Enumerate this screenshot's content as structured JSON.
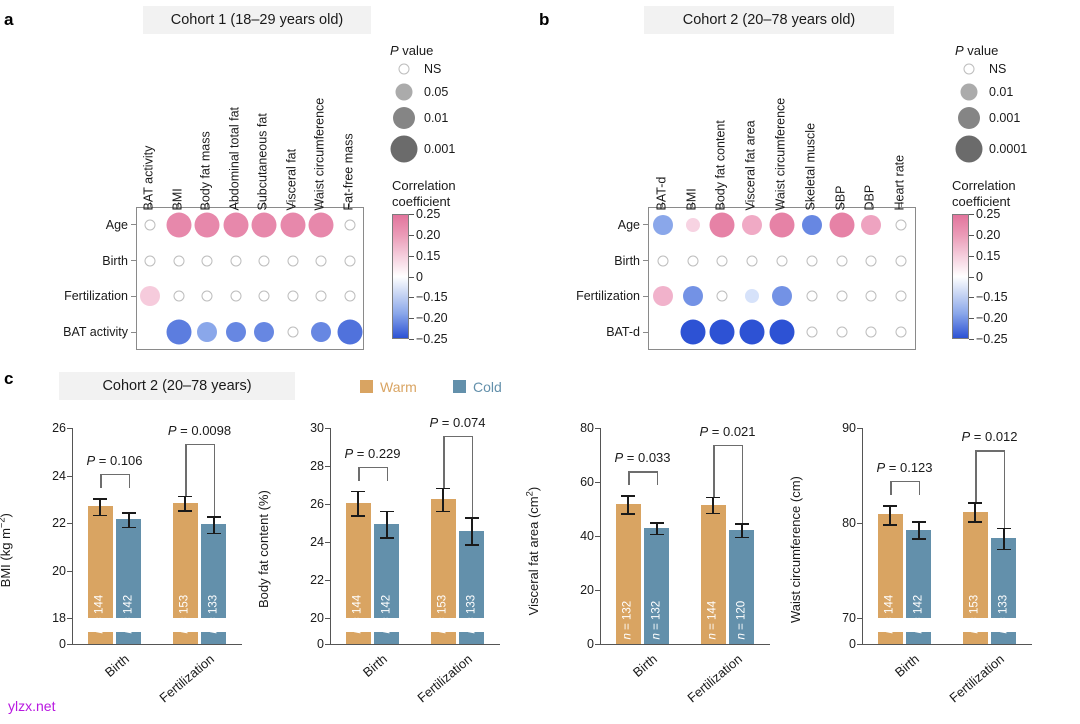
{
  "panels": {
    "a": {
      "letter": "a",
      "title": "Cohort 1 (18–29 years old)",
      "columns": [
        "BAT activity",
        "BMI",
        "Body fat mass",
        "Abdominal total fat",
        "Subcutaneous fat",
        "Visceral fat",
        "Waist circumference",
        "Fat-free mass"
      ],
      "rows": [
        "Age",
        "Birth",
        "Fertilization",
        "BAT activity"
      ],
      "pvalue_legend": {
        "title_italic": "P",
        "title_rest": " value",
        "entries": [
          "NS",
          "0.05",
          "0.01",
          "0.001"
        ]
      },
      "colorbar": {
        "title_line1": "Correlation",
        "title_line2": "coefficient",
        "ticks": [
          "0.25",
          "0.20",
          "0.15",
          "0",
          "−0.15",
          "−0.20",
          "−0.25"
        ]
      }
    },
    "b": {
      "letter": "b",
      "title": "Cohort 2 (20–78 years old)",
      "columns": [
        "BAT-d",
        "BMI",
        "Body fat content",
        "Visceral fat area",
        "Waist circumference",
        "Skeletal muscle",
        "SBP",
        "DBP",
        "Heart rate"
      ],
      "rows": [
        "Age",
        "Birth",
        "Fertilization",
        "BAT-d"
      ],
      "pvalue_legend": {
        "title_italic": "P",
        "title_rest": " value",
        "entries": [
          "NS",
          "0.01",
          "0.001",
          "0.0001"
        ]
      },
      "colorbar": {
        "title_line1": "Correlation",
        "title_line2": "coefficient",
        "ticks": [
          "0.25",
          "0.20",
          "0.15",
          "0",
          "−0.15",
          "−0.20",
          "−0.25"
        ]
      }
    },
    "c": {
      "letter": "c",
      "title": "Cohort 2 (20–78 years)",
      "legend": [
        {
          "label": "Warm",
          "color": "#d9a462"
        },
        {
          "label": "Cold",
          "color": "#6390ab"
        }
      ]
    }
  },
  "watermark": "ylzx.net",
  "colors": {
    "warm": "#d9a462",
    "cold": "#6390ab",
    "pink_strong": "#e2749c",
    "blue_strong": "#2d52d4",
    "ns_ring": "#bdbdbd"
  },
  "chart_data": [
    {
      "id": "panel-a-matrix",
      "type": "heatmap",
      "title": "Cohort 1 (18–29 years old)",
      "xlabel": "",
      "ylabel": "",
      "x_categories": [
        "BAT activity",
        "BMI",
        "Body fat mass",
        "Abdominal total fat",
        "Subcutaneous fat",
        "Visceral fat",
        "Waist circumference",
        "Fat-free mass"
      ],
      "y_categories": [
        "Age",
        "Birth",
        "Fertilization",
        "BAT activity"
      ],
      "encoding": {
        "color": "Correlation coefficient",
        "size": "P value"
      },
      "color_range": [
        -0.25,
        0.25
      ],
      "cells": [
        {
          "row": "Age",
          "col": "BAT activity",
          "r": 0.0,
          "p": "NS",
          "size": "ns"
        },
        {
          "row": "Age",
          "col": "BMI",
          "r": 0.22,
          "p": "0.001",
          "size": "large"
        },
        {
          "row": "Age",
          "col": "Body fat mass",
          "r": 0.22,
          "p": "0.001",
          "size": "large"
        },
        {
          "row": "Age",
          "col": "Abdominal total fat",
          "r": 0.22,
          "p": "0.001",
          "size": "large"
        },
        {
          "row": "Age",
          "col": "Subcutaneous fat",
          "r": 0.22,
          "p": "0.001",
          "size": "large"
        },
        {
          "row": "Age",
          "col": "Visceral fat",
          "r": 0.22,
          "p": "0.001",
          "size": "large"
        },
        {
          "row": "Age",
          "col": "Waist circumference",
          "r": 0.22,
          "p": "0.001",
          "size": "large"
        },
        {
          "row": "Age",
          "col": "Fat-free mass",
          "r": 0.0,
          "p": "NS",
          "size": "ns"
        },
        {
          "row": "Birth",
          "col": "BAT activity",
          "r": 0.0,
          "p": "NS",
          "size": "ns"
        },
        {
          "row": "Birth",
          "col": "BMI",
          "r": 0.0,
          "p": "NS",
          "size": "ns"
        },
        {
          "row": "Birth",
          "col": "Body fat mass",
          "r": 0.0,
          "p": "NS",
          "size": "ns"
        },
        {
          "row": "Birth",
          "col": "Abdominal total fat",
          "r": 0.0,
          "p": "NS",
          "size": "ns"
        },
        {
          "row": "Birth",
          "col": "Subcutaneous fat",
          "r": 0.0,
          "p": "NS",
          "size": "ns"
        },
        {
          "row": "Birth",
          "col": "Visceral fat",
          "r": 0.0,
          "p": "NS",
          "size": "ns"
        },
        {
          "row": "Birth",
          "col": "Waist circumference",
          "r": 0.0,
          "p": "NS",
          "size": "ns"
        },
        {
          "row": "Birth",
          "col": "Fat-free mass",
          "r": 0.0,
          "p": "NS",
          "size": "ns"
        },
        {
          "row": "Fertilization",
          "col": "BAT activity",
          "r": 0.13,
          "p": "0.05",
          "size": "medium"
        },
        {
          "row": "Fertilization",
          "col": "BMI",
          "r": 0.0,
          "p": "NS",
          "size": "ns"
        },
        {
          "row": "Fertilization",
          "col": "Body fat mass",
          "r": 0.0,
          "p": "NS",
          "size": "ns"
        },
        {
          "row": "Fertilization",
          "col": "Abdominal total fat",
          "r": 0.0,
          "p": "NS",
          "size": "ns"
        },
        {
          "row": "Fertilization",
          "col": "Subcutaneous fat",
          "r": 0.0,
          "p": "NS",
          "size": "ns"
        },
        {
          "row": "Fertilization",
          "col": "Visceral fat",
          "r": 0.0,
          "p": "NS",
          "size": "ns"
        },
        {
          "row": "Fertilization",
          "col": "Waist circumference",
          "r": 0.0,
          "p": "NS",
          "size": "ns"
        },
        {
          "row": "Fertilization",
          "col": "Fat-free mass",
          "r": 0.0,
          "p": "NS",
          "size": "ns"
        },
        {
          "row": "BAT activity",
          "col": "BAT activity",
          "r": null,
          "p": "",
          "size": "none"
        },
        {
          "row": "BAT activity",
          "col": "BMI",
          "r": -0.21,
          "p": "0.001",
          "size": "large"
        },
        {
          "row": "BAT activity",
          "col": "Body fat mass",
          "r": -0.17,
          "p": "0.01",
          "size": "medium"
        },
        {
          "row": "BAT activity",
          "col": "Abdominal total fat",
          "r": -0.2,
          "p": "0.01",
          "size": "medium"
        },
        {
          "row": "BAT activity",
          "col": "Subcutaneous fat",
          "r": -0.2,
          "p": "0.01",
          "size": "medium"
        },
        {
          "row": "BAT activity",
          "col": "Visceral fat",
          "r": 0.0,
          "p": "NS",
          "size": "ns"
        },
        {
          "row": "BAT activity",
          "col": "Waist circumference",
          "r": -0.2,
          "p": "0.01",
          "size": "medium"
        },
        {
          "row": "BAT activity",
          "col": "Fat-free mass",
          "r": -0.22,
          "p": "0.001",
          "size": "large"
        }
      ]
    },
    {
      "id": "panel-b-matrix",
      "type": "heatmap",
      "title": "Cohort 2 (20–78 years old)",
      "xlabel": "",
      "ylabel": "",
      "x_categories": [
        "BAT-d",
        "BMI",
        "Body fat content",
        "Visceral fat area",
        "Waist circumference",
        "Skeletal muscle",
        "SBP",
        "DBP",
        "Heart rate"
      ],
      "y_categories": [
        "Age",
        "Birth",
        "Fertilization",
        "BAT-d"
      ],
      "encoding": {
        "color": "Correlation coefficient",
        "size": "P value"
      },
      "color_range": [
        -0.25,
        0.25
      ],
      "cells": [
        {
          "row": "Age",
          "col": "BAT-d",
          "r": -0.17,
          "p": "0.001",
          "size": "medium"
        },
        {
          "row": "Age",
          "col": "BMI",
          "r": 0.12,
          "p": "0.01",
          "size": "small"
        },
        {
          "row": "Age",
          "col": "Body fat content",
          "r": 0.23,
          "p": "0.0001",
          "size": "large"
        },
        {
          "row": "Age",
          "col": "Visceral fat area",
          "r": 0.17,
          "p": "0.001",
          "size": "medium"
        },
        {
          "row": "Age",
          "col": "Waist circumference",
          "r": 0.23,
          "p": "0.0001",
          "size": "large"
        },
        {
          "row": "Age",
          "col": "Skeletal muscle",
          "r": -0.2,
          "p": "0.001",
          "size": "medium"
        },
        {
          "row": "Age",
          "col": "SBP",
          "r": 0.23,
          "p": "0.0001",
          "size": "large"
        },
        {
          "row": "Age",
          "col": "DBP",
          "r": 0.18,
          "p": "0.001",
          "size": "medium"
        },
        {
          "row": "Age",
          "col": "Heart rate",
          "r": 0.0,
          "p": "NS",
          "size": "ns"
        },
        {
          "row": "Birth",
          "col": "BAT-d",
          "r": 0.0,
          "p": "NS",
          "size": "ns"
        },
        {
          "row": "Birth",
          "col": "BMI",
          "r": 0.0,
          "p": "NS",
          "size": "ns"
        },
        {
          "row": "Birth",
          "col": "Body fat content",
          "r": 0.0,
          "p": "NS",
          "size": "ns"
        },
        {
          "row": "Birth",
          "col": "Visceral fat area",
          "r": 0.0,
          "p": "NS",
          "size": "ns"
        },
        {
          "row": "Birth",
          "col": "Waist circumference",
          "r": 0.0,
          "p": "NS",
          "size": "ns"
        },
        {
          "row": "Birth",
          "col": "Skeletal muscle",
          "r": 0.0,
          "p": "NS",
          "size": "ns"
        },
        {
          "row": "Birth",
          "col": "SBP",
          "r": 0.0,
          "p": "NS",
          "size": "ns"
        },
        {
          "row": "Birth",
          "col": "DBP",
          "r": 0.0,
          "p": "NS",
          "size": "ns"
        },
        {
          "row": "Birth",
          "col": "Heart rate",
          "r": 0.0,
          "p": "NS",
          "size": "ns"
        },
        {
          "row": "Fertilization",
          "col": "BAT-d",
          "r": 0.16,
          "p": "0.001",
          "size": "medium"
        },
        {
          "row": "Fertilization",
          "col": "BMI",
          "r": -0.19,
          "p": "0.001",
          "size": "medium"
        },
        {
          "row": "Fertilization",
          "col": "Body fat content",
          "r": 0.0,
          "p": "NS",
          "size": "ns"
        },
        {
          "row": "Fertilization",
          "col": "Visceral fat area",
          "r": -0.1,
          "p": "0.01",
          "size": "small"
        },
        {
          "row": "Fertilization",
          "col": "Waist circumference",
          "r": -0.19,
          "p": "0.001",
          "size": "medium"
        },
        {
          "row": "Fertilization",
          "col": "Skeletal muscle",
          "r": 0.0,
          "p": "NS",
          "size": "ns"
        },
        {
          "row": "Fertilization",
          "col": "SBP",
          "r": 0.0,
          "p": "NS",
          "size": "ns"
        },
        {
          "row": "Fertilization",
          "col": "DBP",
          "r": 0.0,
          "p": "NS",
          "size": "ns"
        },
        {
          "row": "Fertilization",
          "col": "Heart rate",
          "r": 0.0,
          "p": "NS",
          "size": "ns"
        },
        {
          "row": "BAT-d",
          "col": "BAT-d",
          "r": null,
          "p": "",
          "size": "none"
        },
        {
          "row": "BAT-d",
          "col": "BMI",
          "r": -0.25,
          "p": "0.0001",
          "size": "large"
        },
        {
          "row": "BAT-d",
          "col": "Body fat content",
          "r": -0.25,
          "p": "0.0001",
          "size": "large"
        },
        {
          "row": "BAT-d",
          "col": "Visceral fat area",
          "r": -0.25,
          "p": "0.0001",
          "size": "large"
        },
        {
          "row": "BAT-d",
          "col": "Waist circumference",
          "r": -0.25,
          "p": "0.0001",
          "size": "large"
        },
        {
          "row": "BAT-d",
          "col": "Skeletal muscle",
          "r": 0.0,
          "p": "NS",
          "size": "ns"
        },
        {
          "row": "BAT-d",
          "col": "SBP",
          "r": 0.0,
          "p": "NS",
          "size": "ns"
        },
        {
          "row": "BAT-d",
          "col": "DBP",
          "r": 0.0,
          "p": "NS",
          "size": "ns"
        },
        {
          "row": "BAT-d",
          "col": "Heart rate",
          "r": 0.0,
          "p": "NS",
          "size": "ns"
        }
      ]
    },
    {
      "id": "panel-c-bmi",
      "type": "bar",
      "title": "",
      "ylabel": "BMI (kg m−2)",
      "ylabel_base": "BMI (kg m",
      "ylabel_sup": "−2",
      "ylabel_tail": ")",
      "xlabel": "",
      "ylim": [
        0,
        26
      ],
      "yticks": [
        0,
        18,
        20,
        22,
        24,
        26
      ],
      "axis_break": true,
      "categories": [
        "Birth",
        "Fertilization"
      ],
      "series": [
        {
          "name": "Warm",
          "color": "#d9a462",
          "values": [
            22.7,
            22.85
          ],
          "errors": [
            0.35,
            0.3
          ],
          "n": [
            144,
            153
          ]
        },
        {
          "name": "Cold",
          "color": "#6390ab",
          "values": [
            22.15,
            21.95
          ],
          "errors": [
            0.3,
            0.35
          ],
          "n": [
            142,
            133
          ]
        }
      ],
      "annotations": [
        {
          "text_italic": "P",
          "text": " = 0.106",
          "group": "Birth"
        },
        {
          "text_italic": "P",
          "text": " = 0.0098",
          "group": "Fertilization"
        }
      ]
    },
    {
      "id": "panel-c-bodyfat",
      "type": "bar",
      "title": "",
      "ylabel": "Body fat content (%)",
      "xlabel": "",
      "ylim": [
        0,
        30
      ],
      "yticks": [
        0,
        20,
        22,
        24,
        26,
        28,
        30
      ],
      "axis_break": true,
      "categories": [
        "Birth",
        "Fertilization"
      ],
      "series": [
        {
          "name": "Warm",
          "color": "#d9a462",
          "values": [
            26.05,
            26.25
          ],
          "errors": [
            0.65,
            0.6
          ],
          "n": [
            144,
            153
          ]
        },
        {
          "name": "Cold",
          "color": "#6390ab",
          "values": [
            24.95,
            24.6
          ],
          "errors": [
            0.7,
            0.7
          ],
          "n": [
            142,
            133
          ]
        }
      ],
      "annotations": [
        {
          "text_italic": "P",
          "text": " = 0.229",
          "group": "Birth"
        },
        {
          "text_italic": "P",
          "text": " = 0.074",
          "group": "Fertilization"
        }
      ]
    },
    {
      "id": "panel-c-visceral",
      "type": "bar",
      "title": "",
      "ylabel": "Visceral fat area (cm2)",
      "ylabel_base": "Visceral fat area (cm",
      "ylabel_sup": "2",
      "ylabel_tail": ")",
      "xlabel": "",
      "ylim": [
        0,
        80
      ],
      "yticks": [
        0,
        20,
        40,
        60,
        80
      ],
      "axis_break": false,
      "categories": [
        "Birth",
        "Fertilization"
      ],
      "series": [
        {
          "name": "Warm",
          "color": "#d9a462",
          "values": [
            51.8,
            51.6
          ],
          "errors": [
            3.3,
            3.0
          ],
          "n": [
            132,
            144
          ]
        },
        {
          "name": "Cold",
          "color": "#6390ab",
          "values": [
            43.0,
            42.2
          ],
          "errors": [
            2.2,
            2.5
          ],
          "n": [
            132,
            120
          ]
        }
      ],
      "annotations": [
        {
          "text_italic": "P",
          "text": " = 0.033",
          "group": "Birth"
        },
        {
          "text_italic": "P",
          "text": " = 0.021",
          "group": "Fertilization"
        }
      ]
    },
    {
      "id": "panel-c-waist",
      "type": "bar",
      "title": "",
      "ylabel": "Waist circumference (cm)",
      "xlabel": "",
      "ylim": [
        0,
        90
      ],
      "yticks": [
        0,
        70,
        80,
        90
      ],
      "axis_break": true,
      "categories": [
        "Birth",
        "Fertilization"
      ],
      "series": [
        {
          "name": "Warm",
          "color": "#d9a462",
          "values": [
            80.9,
            81.2
          ],
          "errors": [
            1.0,
            1.0
          ],
          "n": [
            144,
            153
          ]
        },
        {
          "name": "Cold",
          "color": "#6390ab",
          "values": [
            79.3,
            78.4
          ],
          "errors": [
            0.9,
            1.1
          ],
          "n": [
            142,
            133
          ]
        }
      ],
      "annotations": [
        {
          "text_italic": "P",
          "text": " = 0.123",
          "group": "Birth"
        },
        {
          "text_italic": "P",
          "text": " = 0.012",
          "group": "Fertilization"
        }
      ]
    }
  ]
}
